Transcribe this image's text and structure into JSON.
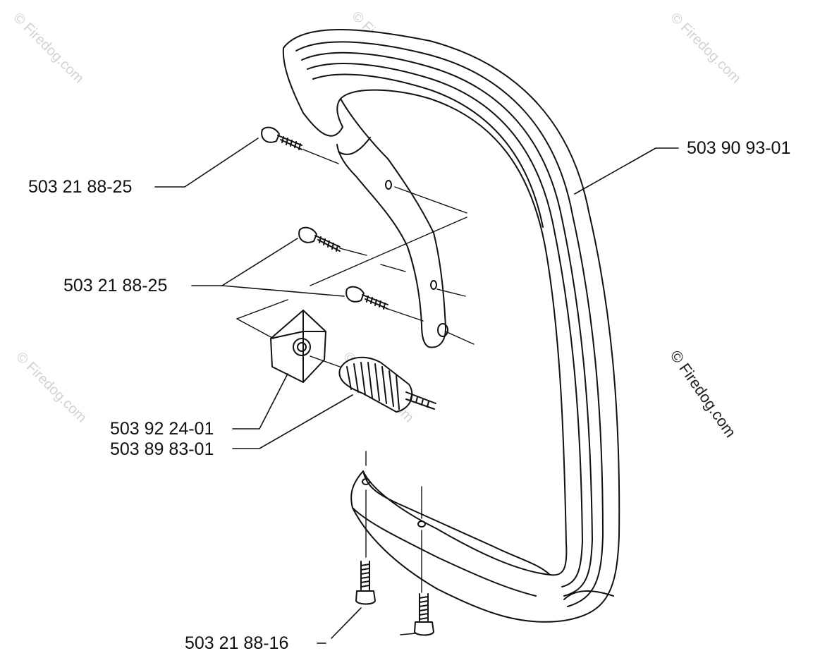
{
  "watermark": {
    "text": "© Firedog.com",
    "primary_text": "© Firedog.com"
  },
  "part_labels": {
    "handle_bar": "503 90 93-01",
    "screw_top": "503 21 88-25",
    "screw_middle": "503 21 88-25",
    "bracket": "503 92 24-01",
    "vibration_damper": "503 89 83-01",
    "screw_bottom": "503 21 88-16"
  },
  "colors": {
    "line": "#111111",
    "watermark": "#d2d2d2",
    "background": "#ffffff"
  }
}
